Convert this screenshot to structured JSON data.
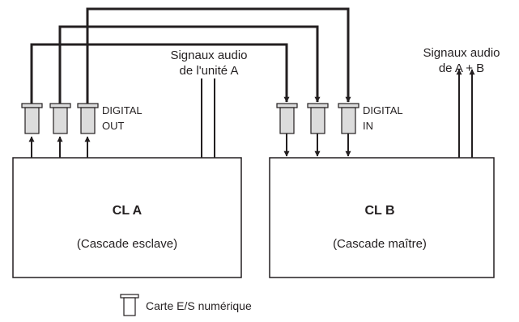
{
  "devices": {
    "a": {
      "title": "CL A",
      "subtitle": "(Cascade esclave)"
    },
    "b": {
      "title": "CL B",
      "subtitle": "(Cascade maître)"
    }
  },
  "ports": {
    "out": {
      "line1": "DIGITAL",
      "line2": "OUT"
    },
    "in": {
      "line1": "DIGITAL",
      "line2": "IN"
    }
  },
  "signals": {
    "a": {
      "line1": "Signaux audio",
      "line2": "de l'unité A"
    },
    "ab": {
      "line1": "Signaux audio",
      "line2": "de A + B"
    }
  },
  "legend": {
    "label": "Carte E/S numérique",
    "icon": "io-card-icon"
  },
  "colors": {
    "stroke": "#231f20",
    "card_fill": "#dcdcdc",
    "background": "#ffffff"
  }
}
